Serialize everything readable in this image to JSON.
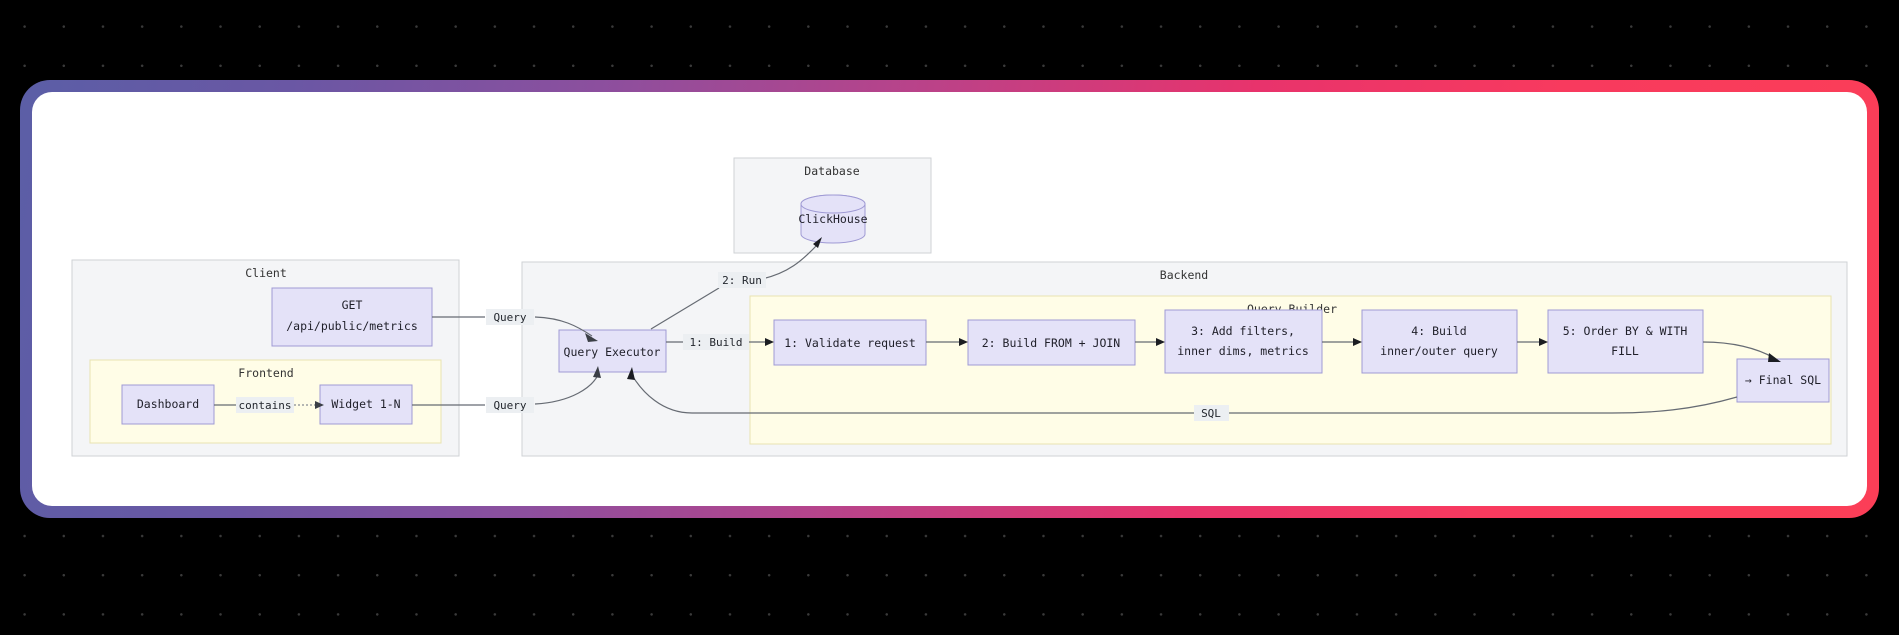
{
  "theme": {
    "page_background": "#000000",
    "dot_color": "#3a3a3a",
    "frame_gradient_start": "#5b5ea6",
    "frame_gradient_end": "#fb3e57",
    "card_background": "#ffffff",
    "group_fill_gray": "#f4f5f7",
    "group_fill_yellow": "#fffde7",
    "node_fill": "#e4e2f8",
    "node_stroke": "#9f9ad4",
    "edge_stroke": "#666b73"
  },
  "groups": {
    "client": {
      "label": "Client"
    },
    "frontend": {
      "label": "Frontend"
    },
    "database": {
      "label": "Database"
    },
    "backend": {
      "label": "Backend"
    },
    "query_builder": {
      "label": "Query Builder"
    }
  },
  "nodes": {
    "api_endpoint": {
      "line1": "GET",
      "line2": "/api/public/metrics"
    },
    "dashboard": {
      "label": "Dashboard"
    },
    "widget": {
      "label": "Widget 1-N"
    },
    "clickhouse": {
      "label": "ClickHouse"
    },
    "query_executor": {
      "label": "Query Executor"
    },
    "step1": {
      "label": "1: Validate request"
    },
    "step2": {
      "label": "2: Build FROM + JOIN"
    },
    "step3": {
      "line1": "3: Add filters,",
      "line2": "inner dims, metrics"
    },
    "step4": {
      "line1": "4: Build",
      "line2": "inner/outer query"
    },
    "step5": {
      "line1": "5: Order BY & WITH",
      "line2": "FILL"
    },
    "final_sql": {
      "label": "→ Final SQL"
    }
  },
  "edges": {
    "contains": {
      "label": "contains"
    },
    "api_to_executor": {
      "label": "Query"
    },
    "widget_to_executor": {
      "label": "Query"
    },
    "executor_to_clickhouse": {
      "label": "2: Run"
    },
    "executor_to_builder": {
      "label": "1: Build"
    },
    "final_sql_to_executor": {
      "label": "SQL"
    }
  }
}
